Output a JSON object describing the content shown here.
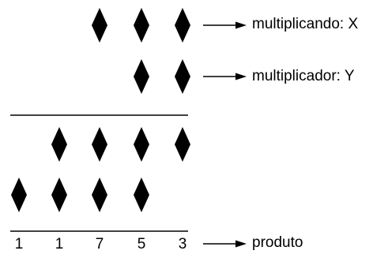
{
  "labels": {
    "multiplicand": "multiplicando: X",
    "multiplier": "multiplicador: Y",
    "product": "produto"
  },
  "product_digits": [
    "1",
    "1",
    "7",
    "5",
    "3"
  ],
  "rows": {
    "multiplicand_diamonds": 3,
    "multiplier_diamonds": 2,
    "partial_row_1_diamonds": 4,
    "partial_row_2_diamonds": 4
  },
  "colors": {
    "ink": "#000000",
    "background": "#ffffff"
  }
}
